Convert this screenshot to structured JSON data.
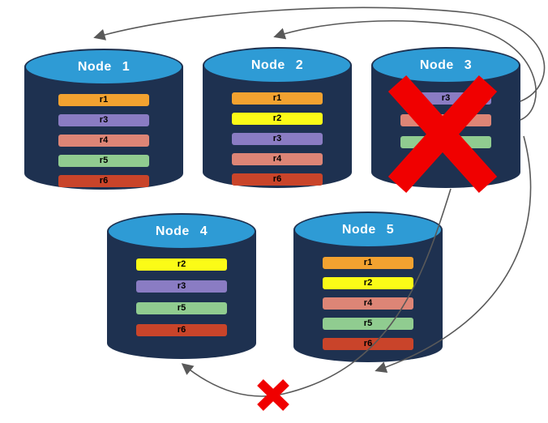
{
  "diagram": {
    "nodes": [
      {
        "name": "Node 1",
        "records": [
          {
            "label": "r1",
            "color": "#f2a230"
          },
          {
            "label": "r3",
            "color": "#8a7cc3"
          },
          {
            "label": "r4",
            "color": "#dd8576"
          },
          {
            "label": "r5",
            "color": "#90cc90"
          },
          {
            "label": "r6",
            "color": "#c9442a"
          }
        ]
      },
      {
        "name": "Node 2",
        "records": [
          {
            "label": "r1",
            "color": "#f2a230"
          },
          {
            "label": "r2",
            "color": "#fbfb17"
          },
          {
            "label": "r3",
            "color": "#8a7cc3"
          },
          {
            "label": "r4",
            "color": "#dd8576"
          },
          {
            "label": "r6",
            "color": "#c9442a"
          }
        ]
      },
      {
        "name": "Node 3",
        "failed": true,
        "records": [
          {
            "label": "r3",
            "color": "#8a7cc3"
          },
          {
            "label": "r4",
            "color": "#dd8576"
          },
          {
            "label": "r5",
            "color": "#90cc90"
          }
        ]
      },
      {
        "name": "Node 4",
        "records": [
          {
            "label": "r2",
            "color": "#fbfb17"
          },
          {
            "label": "r3",
            "color": "#8a7cc3"
          },
          {
            "label": "r5",
            "color": "#90cc90"
          },
          {
            "label": "r6",
            "color": "#c9442a"
          }
        ]
      },
      {
        "name": "Node 5",
        "records": [
          {
            "label": "r1",
            "color": "#f2a230"
          },
          {
            "label": "r2",
            "color": "#fbfb17"
          },
          {
            "label": "r4",
            "color": "#dd8576"
          },
          {
            "label": "r5",
            "color": "#90cc90"
          },
          {
            "label": "r6",
            "color": "#c9442a"
          }
        ]
      }
    ],
    "node_style": {
      "header_color": "#2e9bd5",
      "body_color": "#1e3150"
    },
    "markers": {
      "arrow_color": "#595959",
      "failed_node_cross_color": "#f00000",
      "failed_transfer_cross_color": "#f00000"
    }
  }
}
